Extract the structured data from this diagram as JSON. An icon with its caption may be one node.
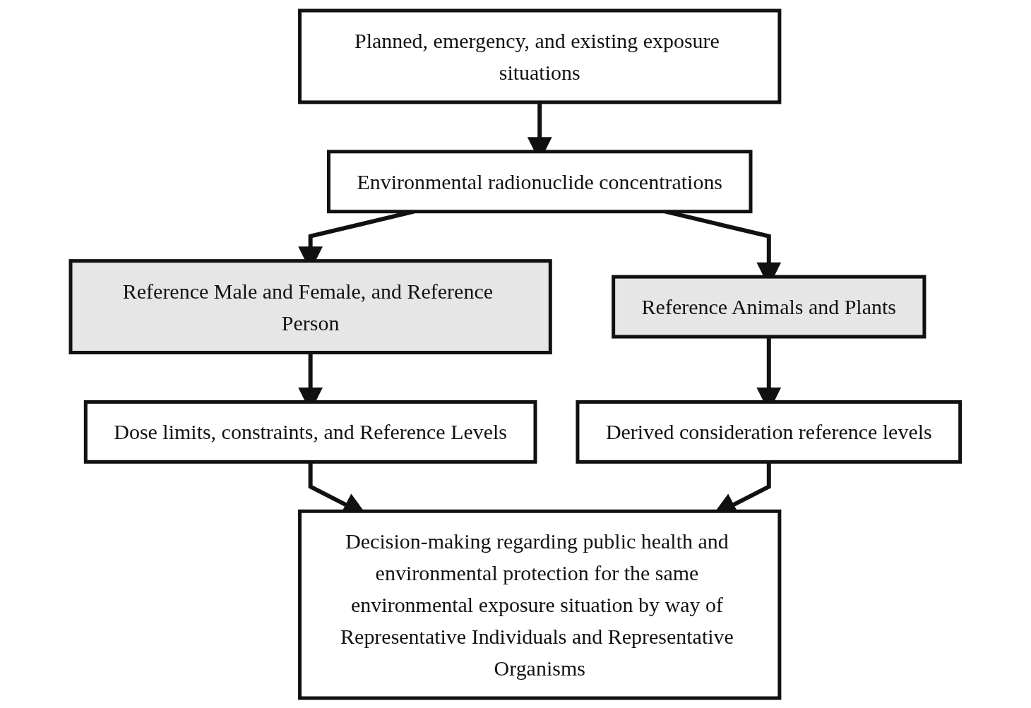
{
  "diagram": {
    "nodes": [
      {
        "text": [
          "Planned, emergency, and existing exposure situations"
        ]
      },
      {
        "text": [
          "Environmental radionuclide concentrations"
        ]
      },
      {
        "text": [
          "Reference Male and Female, and Reference Person"
        ]
      },
      {
        "text": [
          "Reference Animals and Plants"
        ]
      },
      {
        "text": [
          "Dose limits, constraints, and Reference Levels"
        ]
      },
      {
        "text": [
          "Derived consideration reference levels"
        ]
      },
      {
        "text": [
          "Decision-making regarding public health and environmental protection for the same environmental exposure situation by way of Representative Individuals and Representative Organisms"
        ]
      }
    ],
    "edges": [
      {
        "from": 0,
        "to": 1,
        "arrow": "to"
      },
      {
        "from": 1,
        "to": 2,
        "arrow": "to"
      },
      {
        "from": 1,
        "to": 3,
        "arrow": "to"
      },
      {
        "from": 2,
        "to": 4,
        "arrow": "to"
      },
      {
        "from": 3,
        "to": 5,
        "arrow": "to"
      },
      {
        "from": 4,
        "to": 6,
        "arrow": "to"
      },
      {
        "from": 5,
        "to": 6,
        "arrow": "to"
      }
    ]
  }
}
